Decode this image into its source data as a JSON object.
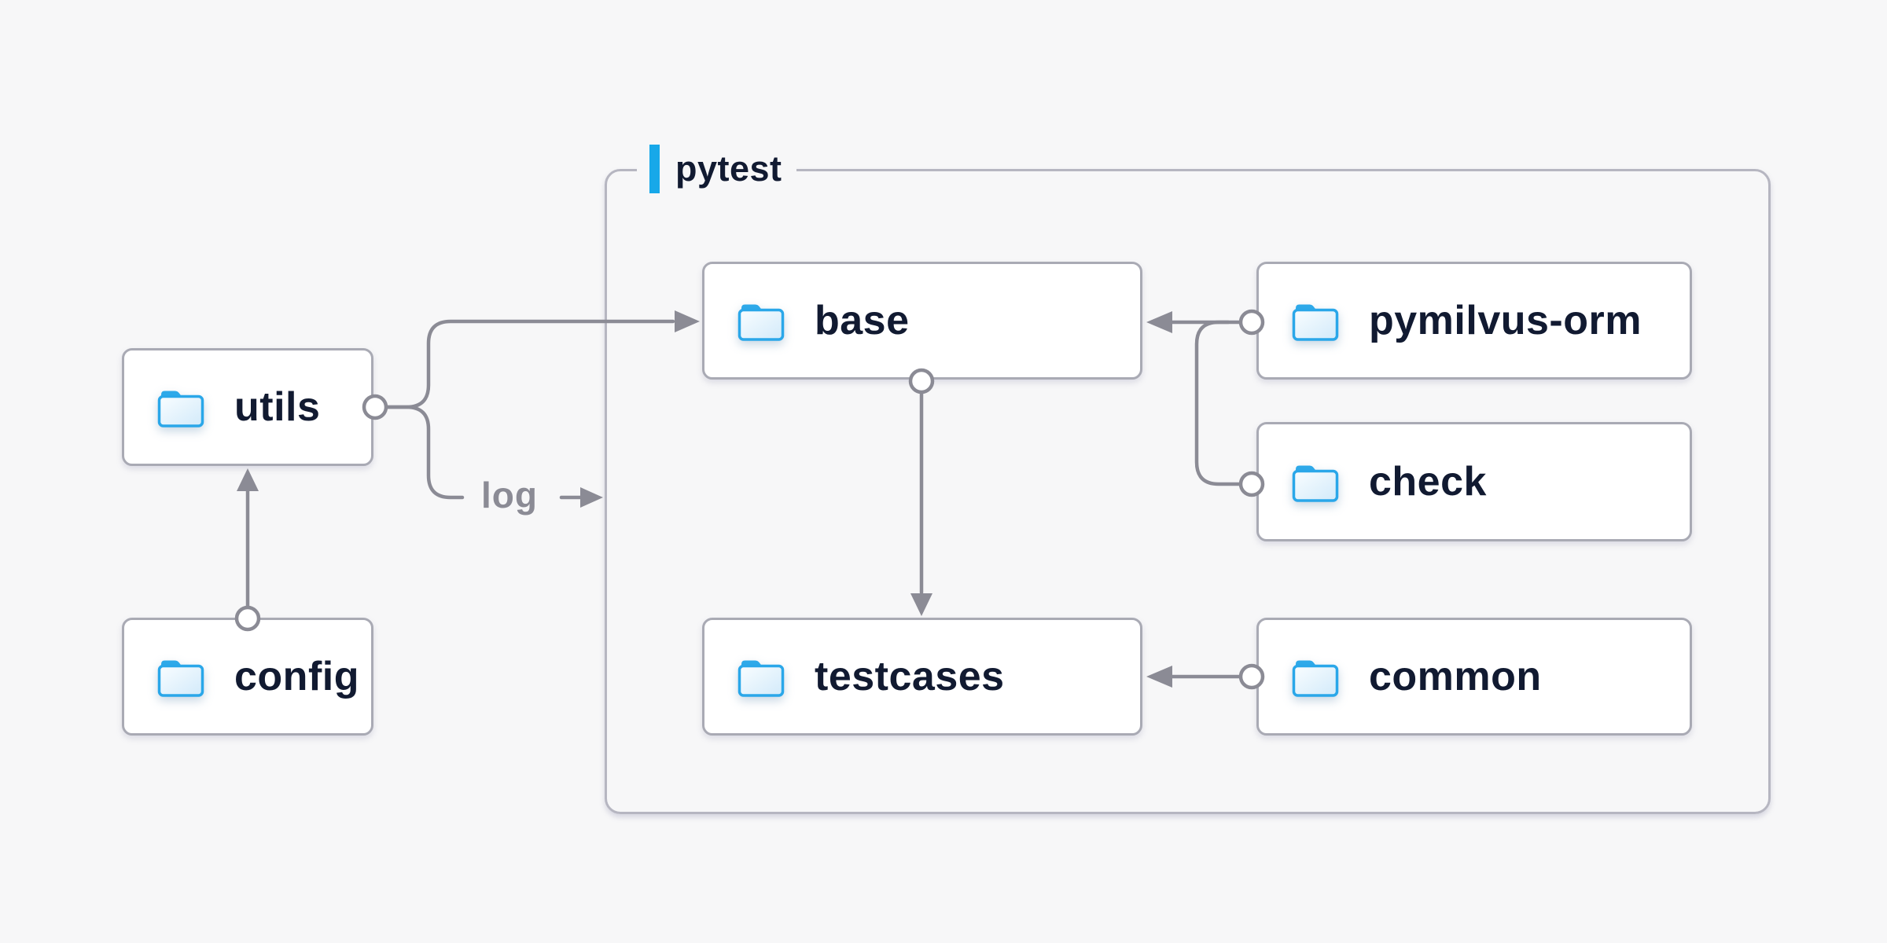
{
  "diagram": {
    "title_group_label": "pytest",
    "log_edge_label": "log",
    "nodes": [
      {
        "id": "utils",
        "label": "utils",
        "group": null
      },
      {
        "id": "config",
        "label": "config",
        "group": null
      },
      {
        "id": "base",
        "label": "base",
        "group": "pytest"
      },
      {
        "id": "pymilvus-orm",
        "label": "pymilvus-orm",
        "group": "pytest"
      },
      {
        "id": "check",
        "label": "check",
        "group": "pytest"
      },
      {
        "id": "testcases",
        "label": "testcases",
        "group": "pytest"
      },
      {
        "id": "common",
        "label": "common",
        "group": "pytest"
      }
    ],
    "edges": [
      {
        "from": "config",
        "to": "utils",
        "label": ""
      },
      {
        "from": "utils",
        "to": "base",
        "label": ""
      },
      {
        "from": "utils",
        "to": "pytest-group",
        "label": "log"
      },
      {
        "from": "pymilvus-orm",
        "to": "base",
        "label": ""
      },
      {
        "from": "check",
        "to": "base",
        "label": ""
      },
      {
        "from": "base",
        "to": "testcases",
        "label": ""
      },
      {
        "from": "common",
        "to": "testcases",
        "label": ""
      }
    ],
    "colors": {
      "background": "#f7f7f8",
      "node_fill": "#ffffff",
      "node_border": "#a9aab4",
      "group_border": "#b6b6c1",
      "line_gray": "#8b8b95",
      "text_dark": "#111a31",
      "accent_blue": "#17a8e9",
      "folder_blue": "#2aa7e9"
    }
  }
}
